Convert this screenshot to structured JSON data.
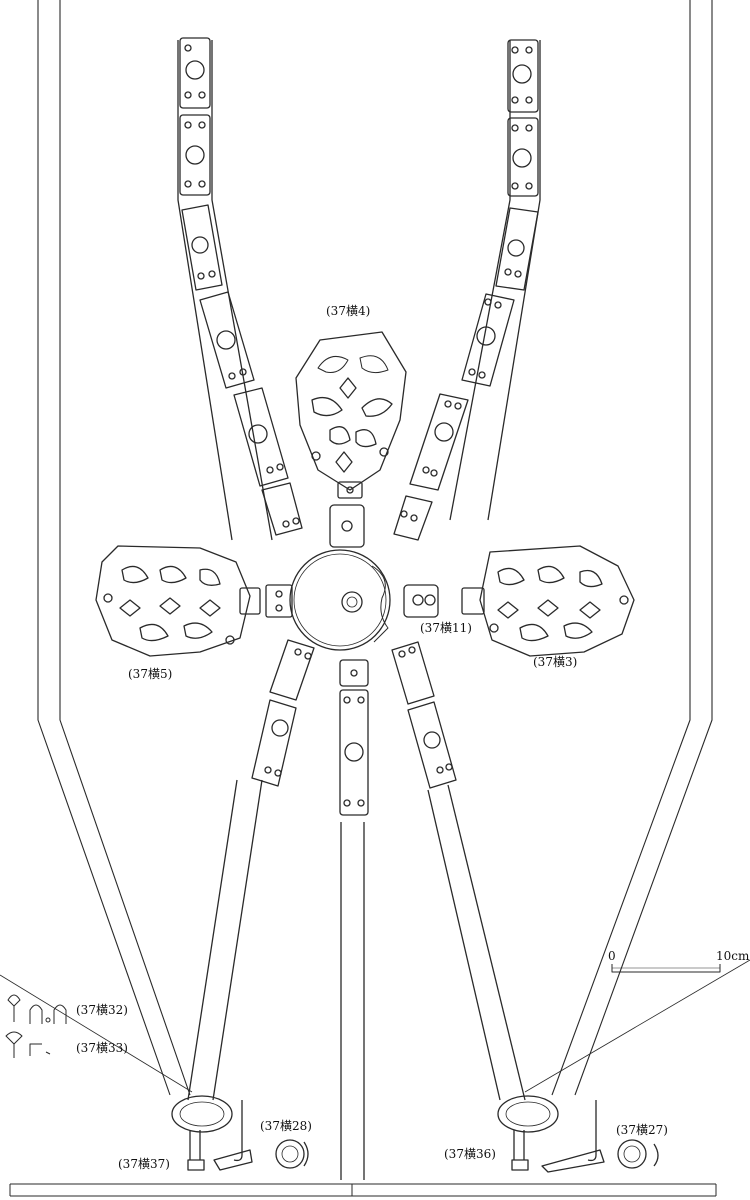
{
  "labels": {
    "top_ornament": "(37横4)",
    "left_ornament": "(37横5)",
    "right_ornament": "(37横3)",
    "center_mount": "(37横11)",
    "small_fitting_a": "(37横32)",
    "small_fitting_b": "(37横33)",
    "left_bit_ring": "(37横37)",
    "left_button": "(37横28)",
    "right_bit_ring": "(37横36)",
    "right_button": "(37横27)"
  },
  "scale": {
    "start_label": "0",
    "end_label": "10cm"
  },
  "colors": {
    "ink": "#2a2a2a",
    "paper": "#ffffff"
  }
}
